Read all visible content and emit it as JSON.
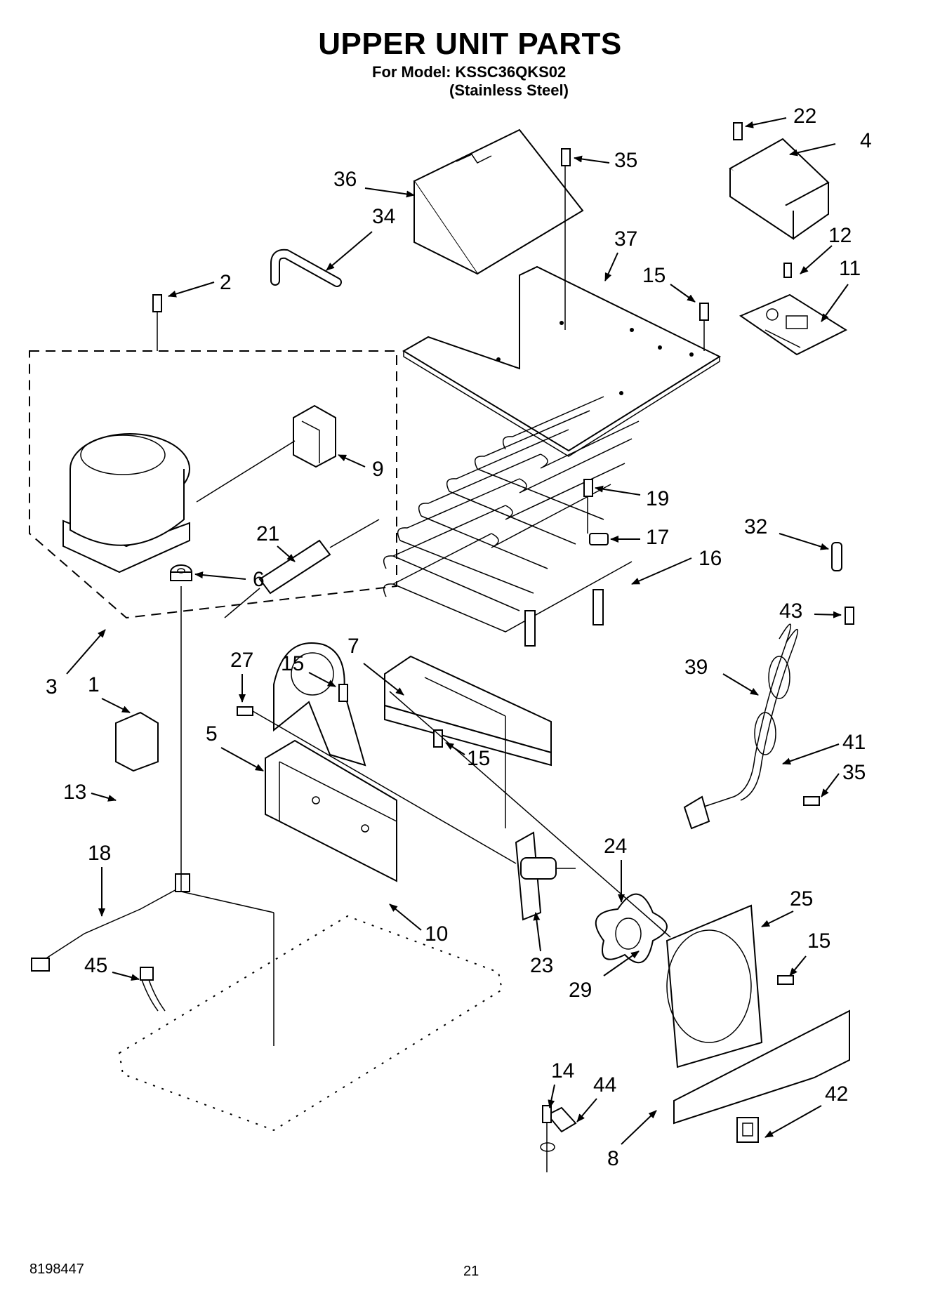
{
  "header": {
    "title": "UPPER UNIT PARTS",
    "model_line": "For Model: KSSC36QKS02",
    "finish_line": "(Stainless Steel)"
  },
  "footer": {
    "doc_number": "8198447",
    "page_number": "21"
  },
  "callouts": [
    "1",
    "2",
    "3",
    "4",
    "5",
    "6",
    "7",
    "8",
    "9",
    "10",
    "11",
    "12",
    "13",
    "14",
    "15",
    "15",
    "15",
    "15",
    "16",
    "17",
    "18",
    "19",
    "21",
    "22",
    "23",
    "24",
    "25",
    "27",
    "29",
    "32",
    "34",
    "35",
    "35",
    "36",
    "37",
    "39",
    "41",
    "42",
    "43",
    "44",
    "45"
  ]
}
